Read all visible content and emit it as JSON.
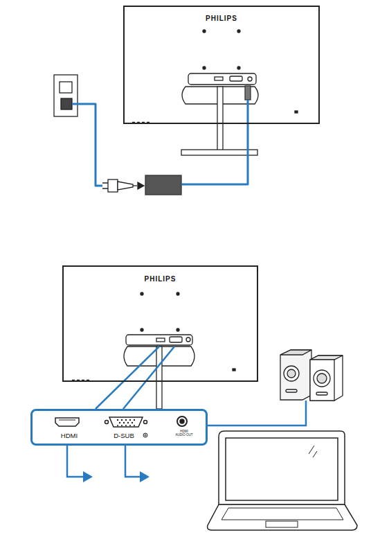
{
  "diagram": {
    "nodes": [
      {
        "text": [
          "PHILIPS"
        ]
      },
      {
        "text": [
          "PHILIPS"
        ]
      },
      {
        "text": [
          "HDMI",
          "D-SUB",
          "HDMI AUDIO OUT"
        ]
      }
    ]
  }
}
